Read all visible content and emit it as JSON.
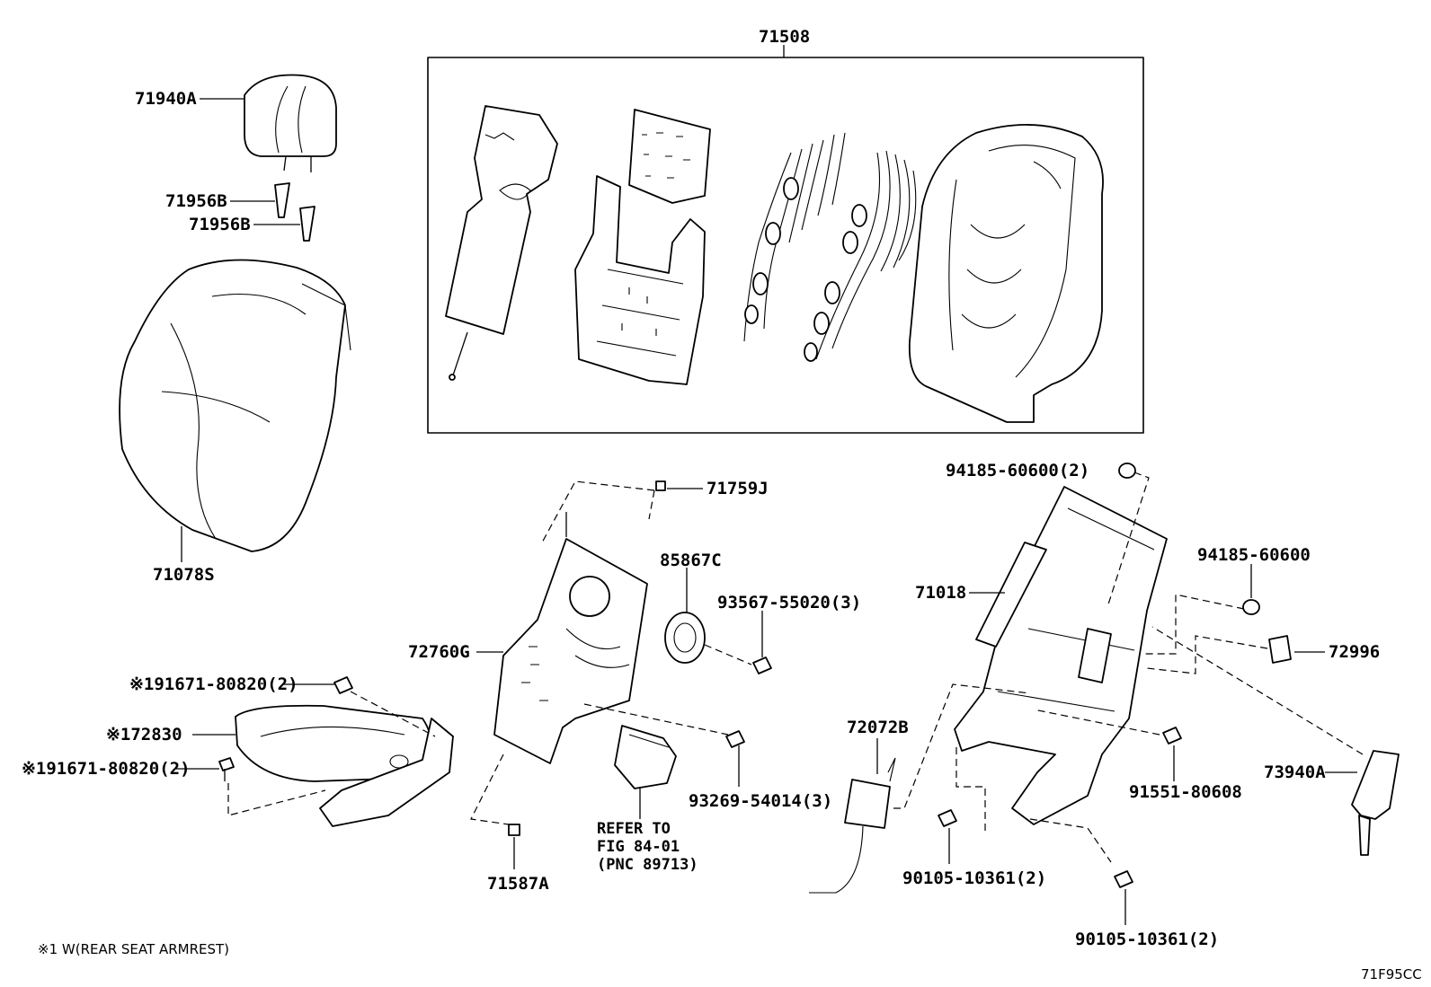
{
  "labels": {
    "p71508": "71508",
    "p71940A": "71940A",
    "p71956B_1": "71956B",
    "p71956B_2": "71956B",
    "p71078S": "71078S",
    "p71759J": "71759J",
    "p85867C": "85867C",
    "p93567": "93567-55020(3)",
    "p72760G": "72760G",
    "p191671_top": "※191671-80820(2)",
    "p172830": "※172830",
    "p191671_bottom": "※191671-80820(2)",
    "p93269": "93269-54014(3)",
    "refer_line1": "REFER TO",
    "refer_line2": "FIG 84-01",
    "refer_line3": "(PNC 89713)",
    "p71587A": "71587A",
    "p94185_top": "94185-60600(2)",
    "p94185_right": "94185-60600",
    "p71018": "71018",
    "p72996": "72996",
    "p72072B": "72072B",
    "p91551": "91551-80608",
    "p73940A": "73940A",
    "p90105_mid": "90105-10361(2)",
    "p90105_bottom": "90105-10361(2)"
  },
  "footnote": "※1 W(REAR SEAT ARMREST)",
  "figure_code": "71F95CC"
}
